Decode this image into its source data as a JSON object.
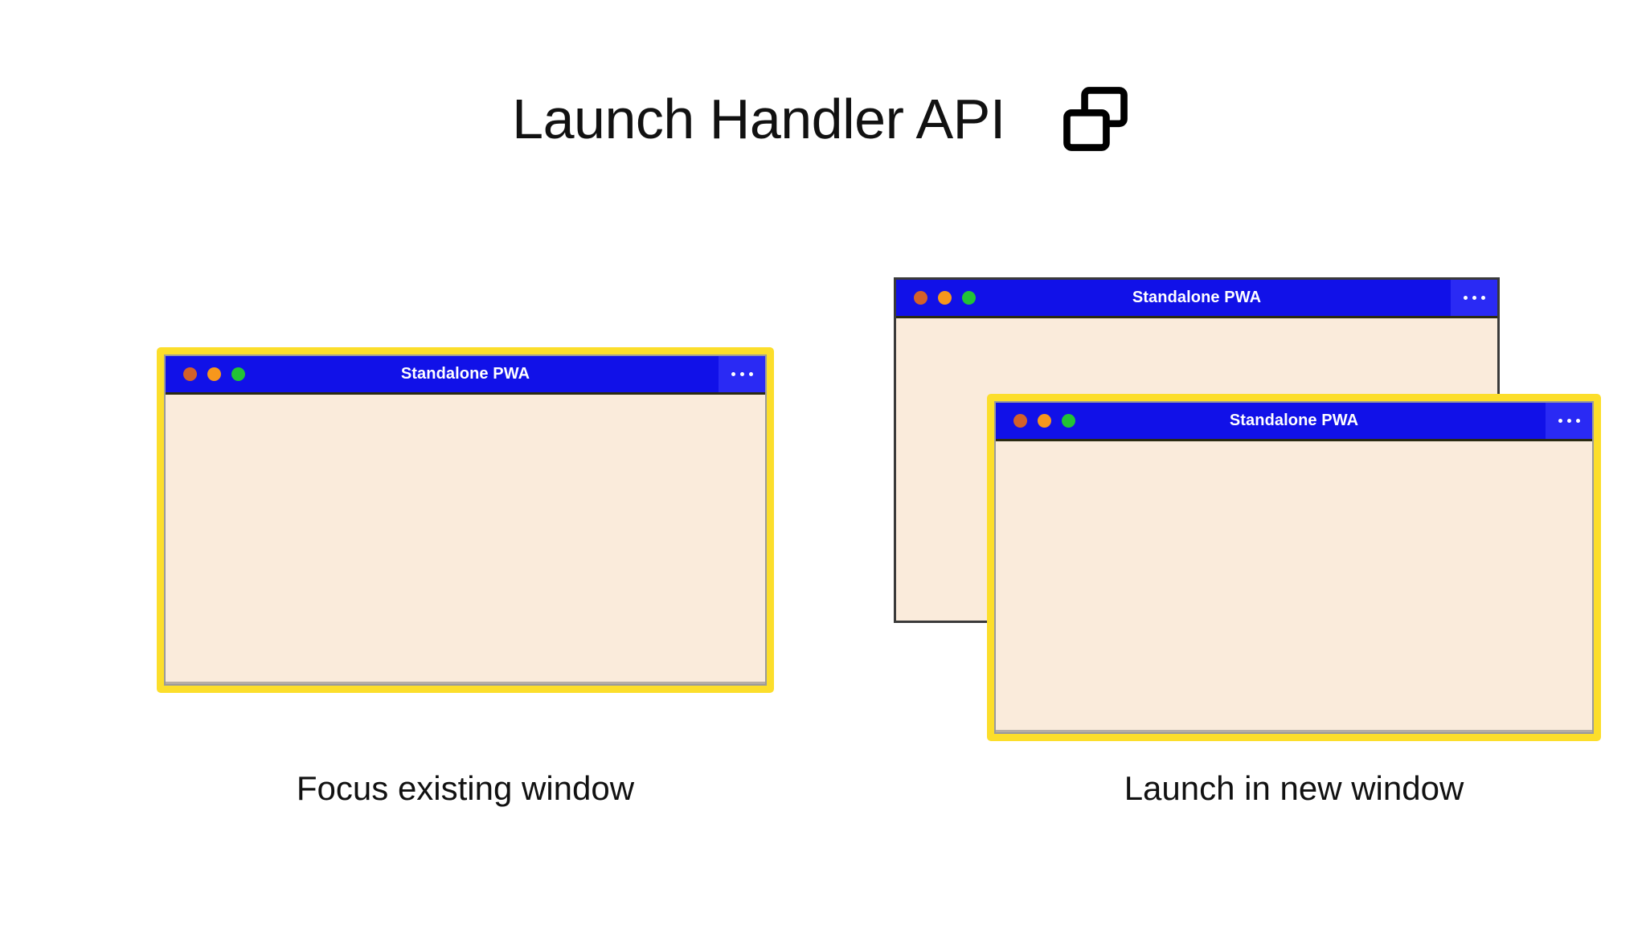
{
  "header": {
    "title": "Launch Handler API",
    "icon": "two-overlapping-windows-icon"
  },
  "scenarios": [
    {
      "id": "focus-existing",
      "caption": "Focus existing window",
      "highlight_color": "#FCDE2B",
      "windows": [
        {
          "title": "Standalone PWA",
          "focused": true,
          "titlebar_color": "#1111E8",
          "body_color": "#FAEBDB",
          "menu": "…",
          "controls": {
            "close": "close-dot",
            "minimize": "minimize-dot",
            "maximize": "maximize-dot"
          }
        }
      ]
    },
    {
      "id": "launch-new",
      "caption": "Launch in new window",
      "highlight_color": "#FCDE2B",
      "windows": [
        {
          "title": "Standalone PWA",
          "focused": false,
          "titlebar_color": "#1111E8",
          "body_color": "#FAEBDB",
          "menu": "…",
          "controls": {
            "close": "close-dot",
            "minimize": "minimize-dot",
            "maximize": "maximize-dot"
          }
        },
        {
          "title": "Standalone PWA",
          "focused": true,
          "titlebar_color": "#1111E8",
          "body_color": "#FAEBDB",
          "menu": "…",
          "controls": {
            "close": "close-dot",
            "minimize": "minimize-dot",
            "maximize": "maximize-dot"
          }
        }
      ]
    }
  ],
  "colors": {
    "background": "#FFFFFF",
    "titlebar_blue": "#1111E8",
    "menu_blue": "#2A2AF4",
    "window_body": "#FAEBDB",
    "highlight_yellow": "#FCDE2B",
    "plain_border": "#3A3A3A",
    "dot_close": "#D3612A",
    "dot_minimize": "#F7971C",
    "dot_maximize": "#22C335",
    "text": "#111111"
  }
}
